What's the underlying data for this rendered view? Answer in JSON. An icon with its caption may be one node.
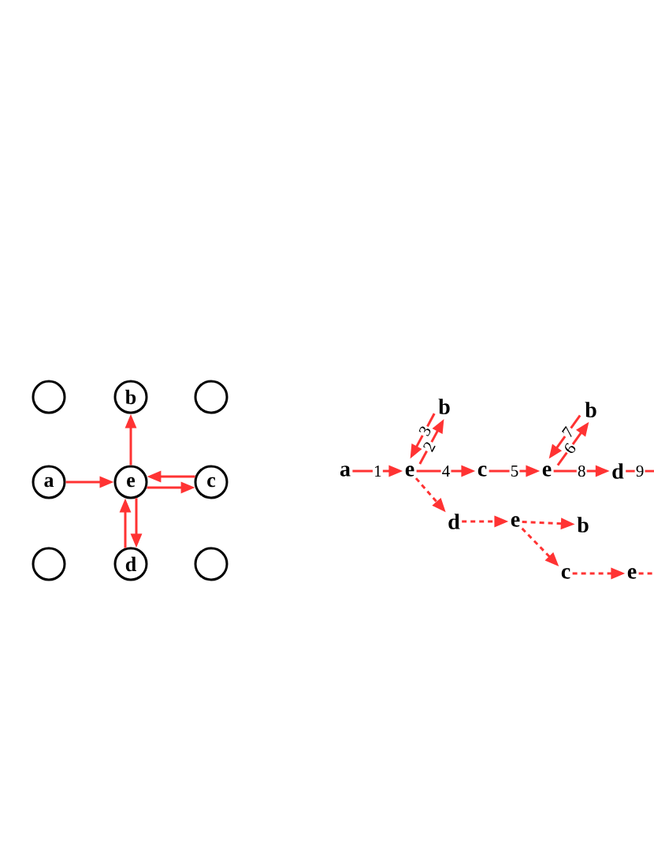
{
  "diagram": {
    "nodes": [
      {
        "text": [],
        "shape": "circle"
      },
      {
        "text": [
          "b"
        ]
      },
      {
        "text": [],
        "shape": "circle"
      },
      {
        "text": [
          "a"
        ]
      },
      {
        "text": [
          "e"
        ]
      },
      {
        "text": [
          "c"
        ]
      },
      {
        "text": [],
        "shape": "circle"
      },
      {
        "text": [
          "d"
        ]
      },
      {
        "text": [],
        "shape": "circle"
      },
      {
        "text": [
          "b"
        ]
      },
      {
        "text": [
          "b"
        ]
      },
      {
        "text": [
          "a"
        ]
      },
      {
        "text": [
          "e"
        ]
      },
      {
        "text": [
          "c"
        ]
      },
      {
        "text": [
          "e"
        ]
      },
      {
        "text": [
          "d"
        ]
      },
      {
        "text": [
          "d"
        ]
      },
      {
        "text": [
          "e"
        ]
      },
      {
        "text": [
          "b"
        ]
      },
      {
        "text": [
          "c"
        ]
      },
      {
        "text": [
          "e"
        ]
      }
    ],
    "edges": [
      {
        "from": 3,
        "to": 4,
        "arrow": "to"
      },
      {
        "from": 4,
        "to": 1,
        "arrow": "to"
      },
      {
        "from": 5,
        "to": 4,
        "arrow": "to"
      },
      {
        "from": 4,
        "to": 5,
        "arrow": "to"
      },
      {
        "from": 7,
        "to": 4,
        "arrow": "to"
      },
      {
        "from": 4,
        "to": 7,
        "arrow": "to"
      },
      {
        "from": 11,
        "to": 12,
        "arrow": "to",
        "label": "1"
      },
      {
        "from": 12,
        "to": 9,
        "arrow": "to",
        "label": "2"
      },
      {
        "from": 9,
        "to": 12,
        "arrow": "to",
        "label": "3"
      },
      {
        "from": 12,
        "to": 13,
        "arrow": "to",
        "label": "4"
      },
      {
        "from": 13,
        "to": 14,
        "arrow": "to",
        "label": "5"
      },
      {
        "from": 14,
        "to": 10,
        "arrow": "to",
        "label": "6"
      },
      {
        "from": 10,
        "to": 14,
        "arrow": "to",
        "label": "7"
      },
      {
        "from": 14,
        "to": 15,
        "arrow": "to",
        "label": "8"
      },
      {
        "from": 15,
        "to": null,
        "arrow": "none",
        "label": "9"
      },
      {
        "from": 12,
        "to": 16,
        "arrow": "to",
        "style": "dashed"
      },
      {
        "from": 16,
        "to": 17,
        "arrow": "to",
        "style": "dashed"
      },
      {
        "from": 17,
        "to": 18,
        "arrow": "to",
        "style": "dashed"
      },
      {
        "from": 17,
        "to": 19,
        "arrow": "to",
        "style": "dashed"
      },
      {
        "from": 19,
        "to": 20,
        "arrow": "to",
        "style": "dashed"
      },
      {
        "from": 20,
        "to": null,
        "arrow": "none",
        "style": "dashed"
      }
    ]
  }
}
